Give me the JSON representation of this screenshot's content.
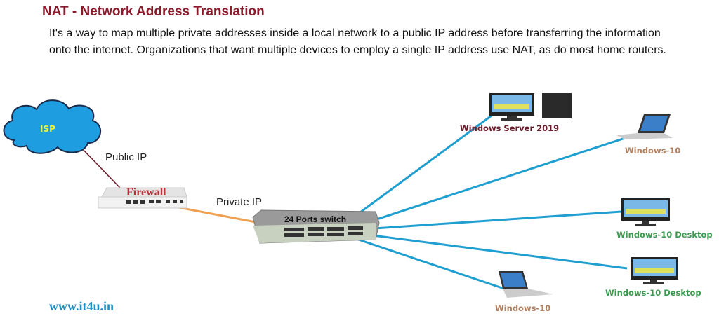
{
  "header": {
    "title": "NAT - Network Address Translation",
    "description": "It's a way to map multiple private addresses inside a local network to a public IP address before transferring the information onto the internet. Organizations that want multiple devices to employ a single IP address use NAT, as do most home routers."
  },
  "diagram": {
    "isp": "ISP",
    "public_ip": "Public IP",
    "private_ip": "Private IP",
    "firewall": "Firewall",
    "switch": "24 Ports switch",
    "devices": [
      "Windows Server 2019",
      "Windows-10",
      "Windows-10 Desktop",
      "Windows-10 Desktop",
      "Windows-10"
    ]
  },
  "footer": {
    "site": "www.it4u.in"
  },
  "colors": {
    "title": "#8b1a2b",
    "link_blue": "#1f9fd0",
    "link_orange": "#f0a050",
    "public_link": "#6b1a2a",
    "green_label": "#3a9a50",
    "tan_label": "#b08060"
  }
}
